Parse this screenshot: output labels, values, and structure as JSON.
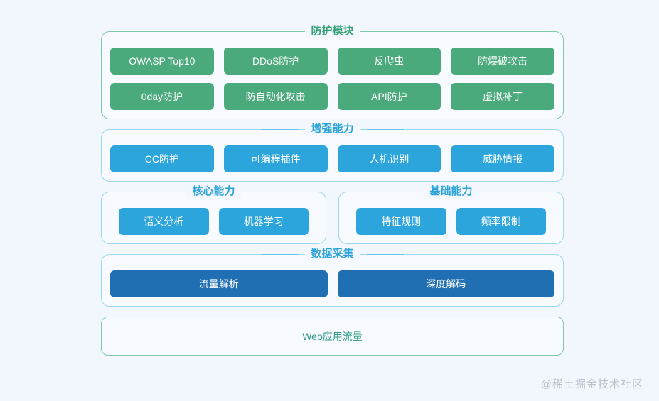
{
  "background_color": "#f2f6fd",
  "palette": {
    "green_pill": "#4aaa7c",
    "blue_light_pill": "#2ba5db",
    "blue_dark_pill": "#1f6fb2",
    "green_border": "#7fc8a9",
    "blue_border": "#9ad9f0",
    "green_title": "#34a077",
    "blue_title": "#2aa3d8",
    "teal_text": "#2e9b86",
    "watermark": "#b9bfc9"
  },
  "sections": [
    {
      "title": "防护模块",
      "accent": "green",
      "rows": [
        [
          "OWASP Top10",
          "DDoS防护",
          "反爬虫",
          "防爆破攻击"
        ],
        [
          "0day防护",
          "防自动化攻击",
          "API防护",
          "虚拟补丁"
        ]
      ]
    },
    {
      "title": "增强能力",
      "accent": "blue",
      "rows": [
        [
          "CC防护",
          "可编程插件",
          "人机识别",
          "威胁情报"
        ]
      ]
    },
    {
      "title": "核心能力",
      "accent": "blue",
      "rows": [
        [
          "语义分析",
          "机器学习"
        ]
      ]
    },
    {
      "title": "基础能力",
      "accent": "blue",
      "rows": [
        [
          "特征规则",
          "频率限制"
        ]
      ]
    },
    {
      "title": "数据采集",
      "accent": "blue",
      "rows": [
        [
          "流量解析",
          "深度解码"
        ]
      ]
    }
  ],
  "bottom_box": {
    "label": "Web应用流量"
  },
  "watermark": {
    "text": "@稀土掘金技术社区"
  }
}
